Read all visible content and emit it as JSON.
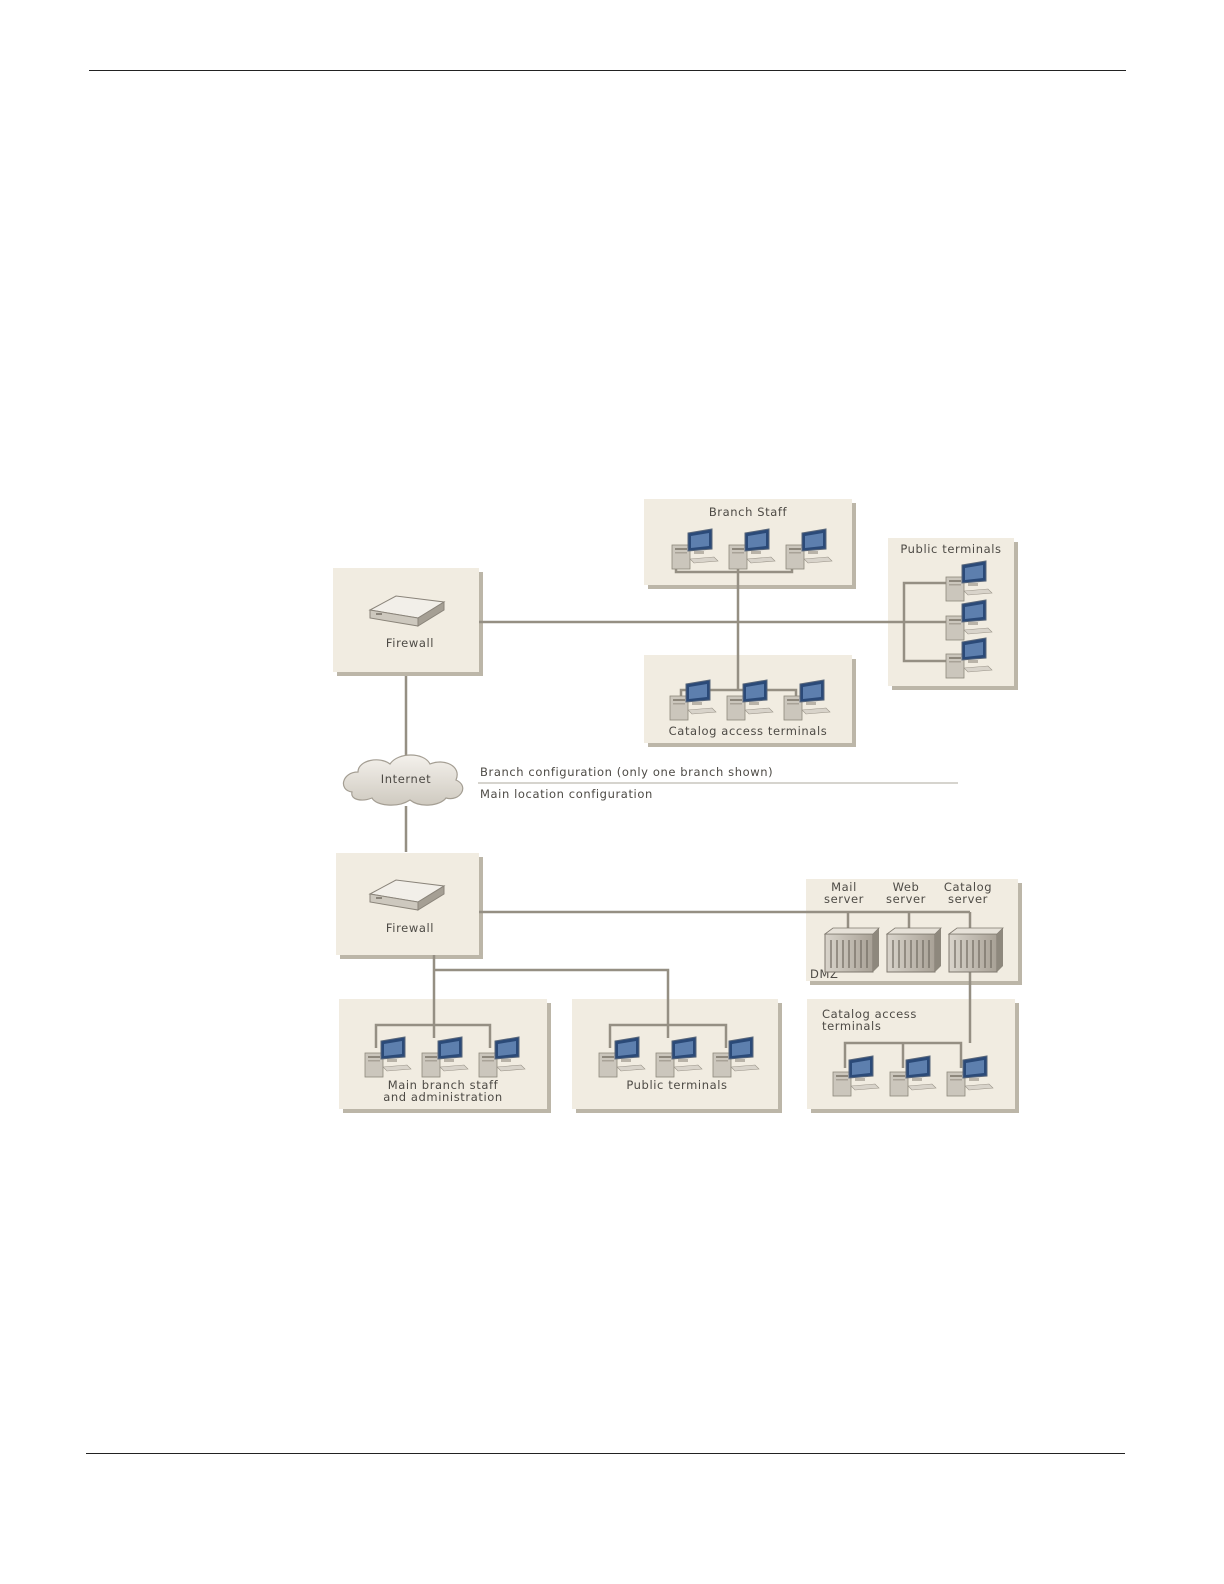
{
  "branch": {
    "firewall_label": "Firewall",
    "branch_staff_label": "Branch Staff",
    "public_terminals_label": "Public terminals",
    "catalog_terminals_label": "Catalog access terminals"
  },
  "internet_label": "Internet",
  "divider": {
    "branch_text": "Branch configuration (only one branch shown)",
    "main_text": "Main location configuration"
  },
  "main": {
    "firewall_label": "Firewall",
    "servers": [
      {
        "line1": "Mail",
        "line2": "server"
      },
      {
        "line1": "Web",
        "line2": "server"
      },
      {
        "line1": "Catalog",
        "line2": "server"
      }
    ],
    "dmz_label": "DMZ",
    "staff_label_line1": "Main branch staff",
    "staff_label_line2": "and administration",
    "public_terminals_label": "Public terminals",
    "catalog_terminals_line1": "Catalog access",
    "catalog_terminals_line2": "terminals"
  },
  "icons": {
    "workstation": "desktop-computer-icon",
    "server": "server-tower-icon",
    "firewall": "firewall-appliance-icon",
    "cloud": "internet-cloud-icon"
  },
  "colors": {
    "box_fill": "#f1ece1",
    "wire": "#958f83",
    "monitor_screen": "#2b4a78"
  }
}
